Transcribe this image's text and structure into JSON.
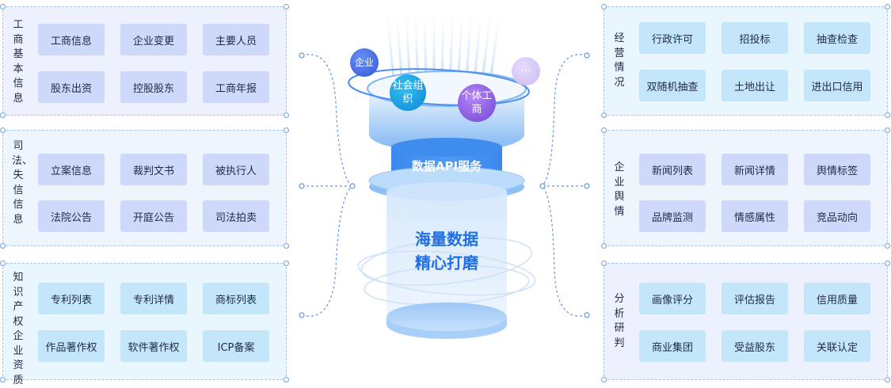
{
  "left_panels": [
    {
      "title": "工商基本信息",
      "items": [
        "工商信息",
        "企业变更",
        "主要人员",
        "股东出资",
        "控股股东",
        "工商年报"
      ]
    },
    {
      "title": "司法、失信信息",
      "items": [
        "立案信息",
        "裁判文书",
        "被执行人",
        "法院公告",
        "开庭公告",
        "司法拍卖"
      ]
    },
    {
      "title": "知识产权企业资质",
      "items": [
        "专利列表",
        "专利详情",
        "商标列表",
        "作品著作权",
        "软件著作权",
        "ICP备案"
      ]
    }
  ],
  "right_panels": [
    {
      "title": "经营情况",
      "items": [
        "行政许可",
        "招投标",
        "抽查检查",
        "双随机抽查",
        "土地出让",
        "进出口信用"
      ]
    },
    {
      "title": "企业舆情",
      "items": [
        "新闻列表",
        "新闻详情",
        "舆情标签",
        "品牌监测",
        "情感属性",
        "竞品动向"
      ]
    },
    {
      "title": "分析研判",
      "items": [
        "画像评分",
        "评估报告",
        "信用质量",
        "商业集团",
        "受益股东",
        "关联认定"
      ]
    }
  ],
  "center": {
    "bubbles": [
      "企业",
      "社会组织",
      "个体工商",
      "···"
    ],
    "api_label": "数据API服务",
    "main_line1": "海量数据",
    "main_line2": "精心打磨"
  },
  "colors": {
    "accent": "#1f6fe5",
    "chip_blue": "#cdd8fb",
    "chip_cyan": "#c3e6fb",
    "border": "#a9c6ee"
  }
}
